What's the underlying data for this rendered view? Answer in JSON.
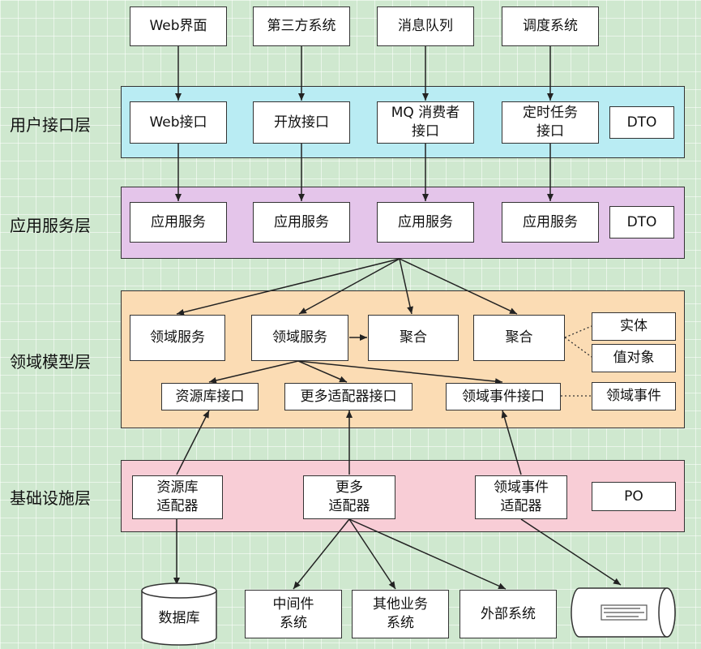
{
  "top_systems": {
    "web_ui": "Web界面",
    "third_party": "第三方系统",
    "message_queue": "消息队列",
    "scheduler": "调度系统"
  },
  "layers": {
    "user_interface": {
      "label": "用户接口层",
      "web_api": "Web接口",
      "open_api": "开放接口",
      "mq_consumer": "MQ 消费者\n接口",
      "scheduled_task": "定时任务\n接口",
      "dto": "DTO",
      "color": "#b9ecf3"
    },
    "application": {
      "label": "应用服务层",
      "services": [
        "应用服务",
        "应用服务",
        "应用服务",
        "应用服务"
      ],
      "dto": "DTO",
      "color": "#e4c5ea"
    },
    "domain": {
      "label": "领域模型层",
      "domain_service_1": "领域服务",
      "domain_service_2": "领域服务",
      "aggregate_1": "聚合",
      "aggregate_2": "聚合",
      "entity": "实体",
      "value_object": "值对象",
      "repository_interface": "资源库接口",
      "more_adapter_interface": "更多适配器接口",
      "domain_event_interface": "领域事件接口",
      "domain_event": "领域事件",
      "color": "#fbdcb4"
    },
    "infrastructure": {
      "label": "基础设施层",
      "repository_adapter": "资源库\n适配器",
      "more_adapters": "更多\n适配器",
      "domain_event_adapter": "领域事件\n适配器",
      "po": "PO",
      "color": "#f8cdd6"
    }
  },
  "external": {
    "database": "数据库",
    "middleware": "中间件\n系统",
    "other_business": "其他业务\n系统",
    "external_system": "外部系统"
  },
  "colors": {
    "background": "#cfe8cf",
    "line": "#222222"
  }
}
